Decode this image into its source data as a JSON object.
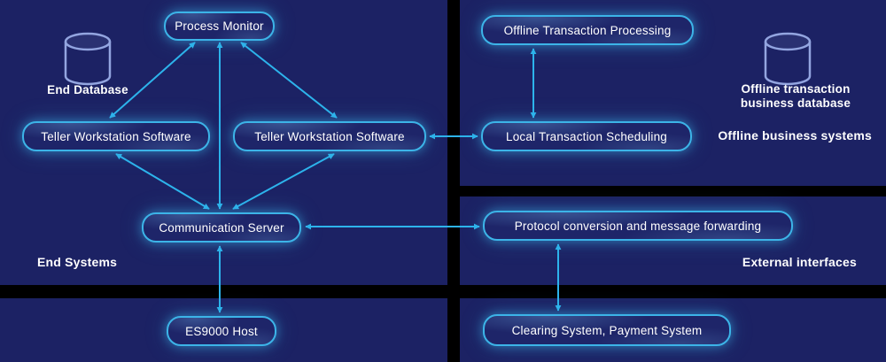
{
  "diagram": {
    "panels": {
      "end_systems": "End Systems",
      "offline_business_systems": "Offline business systems",
      "external_interfaces": "External interfaces"
    },
    "databases": {
      "end_database": "End Database",
      "offline_database": "Offline transaction business database"
    },
    "nodes": {
      "process_monitor": "Process Monitor",
      "teller_left": "Teller Workstation Software",
      "teller_right": "Teller Workstation Software",
      "communication_server": "Communication Server",
      "offline_transaction_processing": "Offline Transaction Processing",
      "local_transaction_scheduling": "Local Transaction Scheduling",
      "protocol_conversion": "Protocol conversion and message forwarding",
      "es9000_host": "ES9000 Host",
      "clearing_system": "Clearing System, Payment System"
    },
    "edges": [
      {
        "from": "process_monitor",
        "to": "teller_left",
        "bidirectional": true
      },
      {
        "from": "process_monitor",
        "to": "teller_right",
        "bidirectional": true
      },
      {
        "from": "process_monitor",
        "to": "communication_server",
        "bidirectional": true
      },
      {
        "from": "teller_left",
        "to": "communication_server",
        "bidirectional": true
      },
      {
        "from": "teller_right",
        "to": "communication_server",
        "bidirectional": true
      },
      {
        "from": "teller_right",
        "to": "local_transaction_scheduling",
        "bidirectional": true
      },
      {
        "from": "offline_transaction_processing",
        "to": "local_transaction_scheduling",
        "bidirectional": true
      },
      {
        "from": "communication_server",
        "to": "protocol_conversion",
        "bidirectional": true
      },
      {
        "from": "communication_server",
        "to": "es9000_host",
        "bidirectional": true
      },
      {
        "from": "protocol_conversion",
        "to": "clearing_system",
        "bidirectional": true
      }
    ],
    "colors": {
      "background": "#000000",
      "panel": "#1c2264",
      "box_border": "#3cb4e8",
      "arrow": "#2db4ec",
      "database_outline": "#93a5e0",
      "text": "#ffffff"
    }
  }
}
